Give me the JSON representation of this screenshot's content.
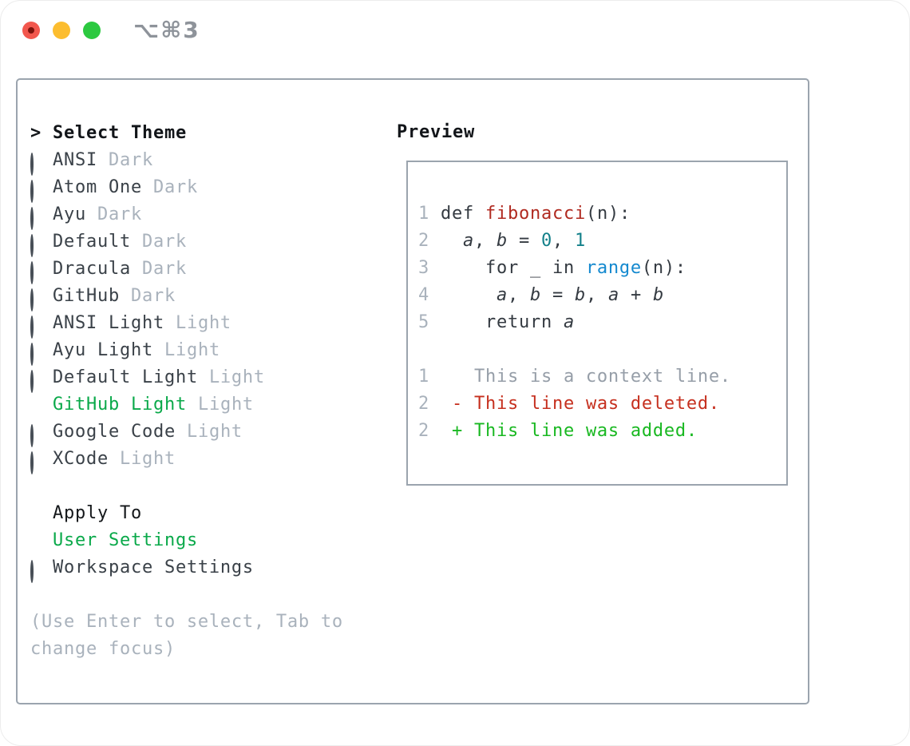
{
  "window": {
    "title": "⌥⌘3"
  },
  "colors": {
    "accent_green": "#0aa94a",
    "added_green": "#19b821",
    "deleted_red": "#c6301f",
    "function_red": "#b02a20",
    "literal_teal": "#13808a",
    "builtin_blue": "#1489cf",
    "muted_gray": "#a9b2bc",
    "text_dark": "#3a4148",
    "border_gray": "#9ba4ae"
  },
  "theme_picker": {
    "header_prefix": ">",
    "header": "Select Theme",
    "themes": [
      {
        "name": "ANSI",
        "variant": "Dark",
        "selected": false
      },
      {
        "name": "Atom One",
        "variant": "Dark",
        "selected": false
      },
      {
        "name": "Ayu",
        "variant": "Dark",
        "selected": false
      },
      {
        "name": "Default",
        "variant": "Dark",
        "selected": false
      },
      {
        "name": "Dracula",
        "variant": "Dark",
        "selected": false
      },
      {
        "name": "GitHub",
        "variant": "Dark",
        "selected": false
      },
      {
        "name": "ANSI Light",
        "variant": "Light",
        "selected": false
      },
      {
        "name": "Ayu Light",
        "variant": "Light",
        "selected": false
      },
      {
        "name": "Default Light",
        "variant": "Light",
        "selected": false
      },
      {
        "name": "GitHub Light",
        "variant": "Light",
        "selected": true
      },
      {
        "name": "Google Code",
        "variant": "Light",
        "selected": false
      },
      {
        "name": "XCode",
        "variant": "Light",
        "selected": false
      }
    ],
    "apply_to": {
      "header": "Apply To",
      "options": [
        {
          "name": "User Settings",
          "selected": true
        },
        {
          "name": "Workspace Settings",
          "selected": false
        }
      ]
    },
    "hint_lines": [
      "(Use Enter to select, Tab to",
      "change focus)"
    ]
  },
  "preview": {
    "title": "Preview",
    "lines": [
      {
        "num": "1",
        "tokens": [
          [
            "def ",
            "fg"
          ],
          [
            "fibonacci",
            "func"
          ],
          [
            "(n):",
            "fg"
          ]
        ]
      },
      {
        "num": "2",
        "tokens": [
          [
            "  ",
            "fg"
          ],
          [
            "a",
            "var"
          ],
          [
            ", ",
            "fg"
          ],
          [
            "b",
            "var"
          ],
          [
            " = ",
            "fg"
          ],
          [
            "0",
            "lit"
          ],
          [
            ", ",
            "fg"
          ],
          [
            "1",
            "lit"
          ]
        ]
      },
      {
        "num": "3",
        "tokens": [
          [
            "    for _ in ",
            "fg"
          ],
          [
            "range",
            "call"
          ],
          [
            "(n):",
            "fg"
          ]
        ]
      },
      {
        "num": "4",
        "tokens": [
          [
            "     ",
            "fg"
          ],
          [
            "a",
            "var"
          ],
          [
            ", ",
            "fg"
          ],
          [
            "b",
            "var"
          ],
          [
            " = ",
            "fg"
          ],
          [
            "b",
            "var"
          ],
          [
            ", ",
            "fg"
          ],
          [
            "a",
            "var"
          ],
          [
            " + ",
            "fg"
          ],
          [
            "b",
            "var"
          ]
        ]
      },
      {
        "num": "5",
        "tokens": [
          [
            "    return ",
            "fg"
          ],
          [
            "a",
            "var"
          ]
        ]
      },
      {
        "num": "",
        "tokens": []
      },
      {
        "num": "1",
        "tokens": [
          [
            "   This is a context line.",
            "ctx"
          ]
        ]
      },
      {
        "num": "2",
        "tokens": [
          [
            " ",
            "fg"
          ],
          [
            "- This line was deleted.",
            "del"
          ]
        ]
      },
      {
        "num": "2",
        "tokens": [
          [
            " ",
            "fg"
          ],
          [
            "+ This line was added.",
            "add"
          ]
        ]
      }
    ]
  }
}
